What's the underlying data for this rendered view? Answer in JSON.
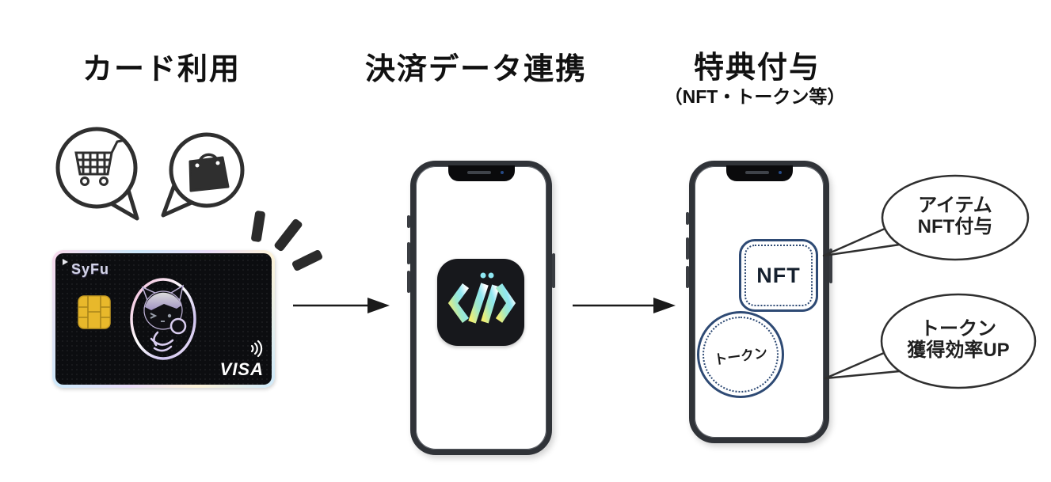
{
  "steps": [
    {
      "title": "カード利用"
    },
    {
      "title": "決済データ連携"
    },
    {
      "title": "特典付与",
      "subtitle": "（NFT・トークン等）"
    }
  ],
  "card": {
    "brand": "SyFu",
    "network": "VISA"
  },
  "phone_badges": {
    "nft": "NFT",
    "token": "トークン"
  },
  "callouts": {
    "nft": {
      "line1": "アイテム",
      "line2": "NFT付与"
    },
    "token": {
      "line1": "トークン",
      "line2": "獲得効率UP"
    }
  },
  "icons": {
    "cart": "shopping-cart-icon",
    "bag": "shopping-bag-icon",
    "burst": "emphasis-burst-icon",
    "chip": "emv-chip-icon",
    "contactless": "contactless-payment-icon",
    "app_logo": "syfu-app-logo-icon",
    "mascot": "cat-mascot-graphic"
  },
  "colors": {
    "background": "#ffffff",
    "heading_text": "#111111",
    "outline": "#2f2f2f",
    "badge_border": "#2e4a74",
    "card_body": "#0c0d10",
    "chip_gold": "#e8b82b",
    "app_icon_bg": "#17181c",
    "app_gradient": [
      "#f2ee71",
      "#9fe9c9",
      "#8fe7f2",
      "#ffffff"
    ]
  }
}
